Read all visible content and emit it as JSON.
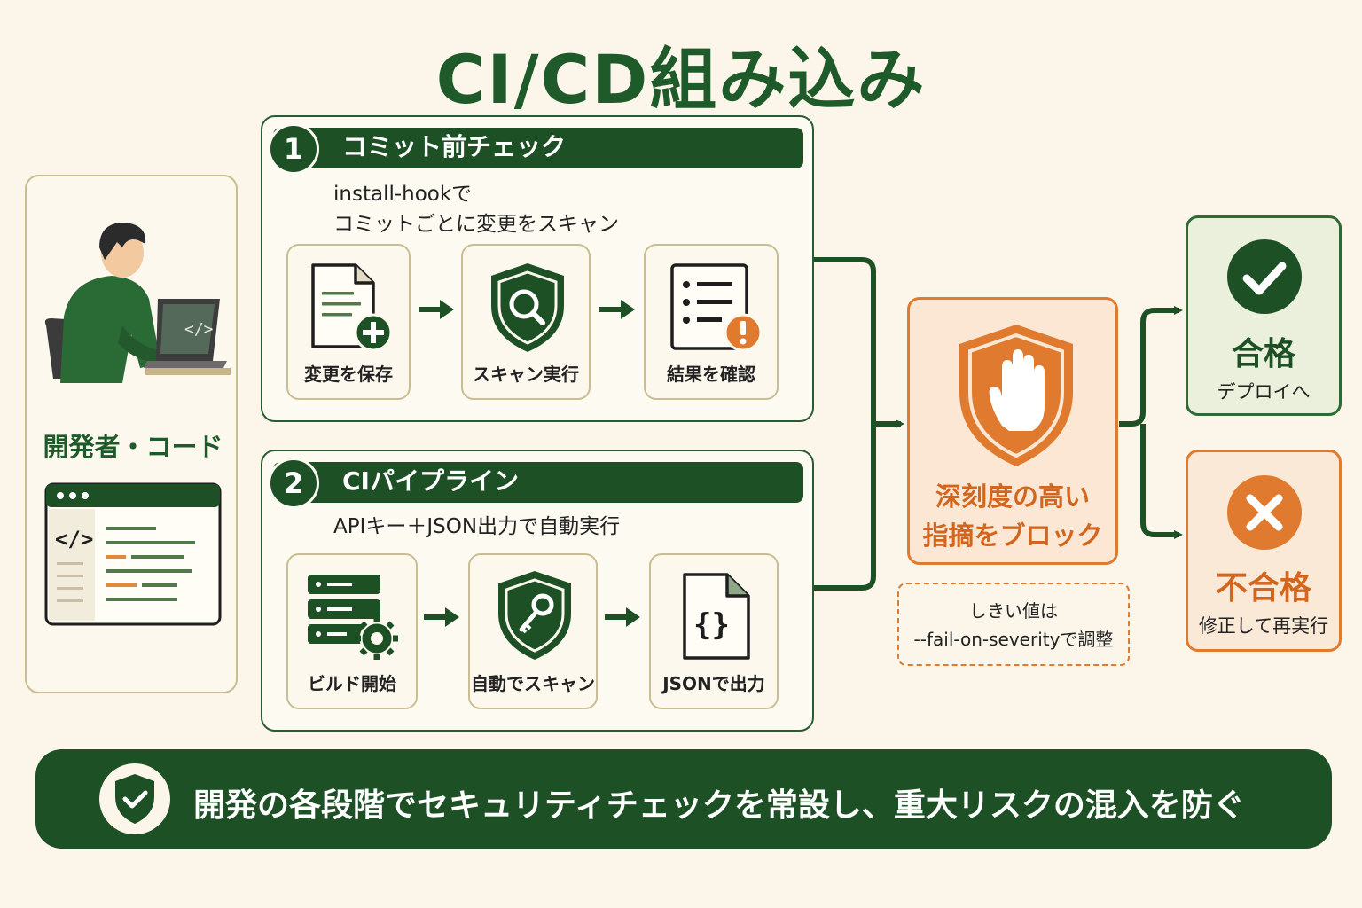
{
  "title": "CI/CD組み込み",
  "developer": {
    "label": "開発者・コード"
  },
  "stage1": {
    "number": "1",
    "title": "コミット前チェック",
    "desc_line1": "install-hookで",
    "desc_line2": "コミットごとに変更をスキャン",
    "steps": [
      {
        "label": "変更を保存",
        "icon": "document-plus-icon"
      },
      {
        "label": "スキャン実行",
        "icon": "shield-search-icon"
      },
      {
        "label": "結果を確認",
        "icon": "checklist-alert-icon"
      }
    ]
  },
  "stage2": {
    "number": "2",
    "title": "CIパイプライン",
    "desc": "APIキー＋JSON出力で自動実行",
    "steps": [
      {
        "label": "ビルド開始",
        "icon": "server-gear-icon"
      },
      {
        "label": "自動でスキャン",
        "icon": "shield-key-icon"
      },
      {
        "label": "JSONで出力",
        "icon": "json-file-icon"
      }
    ]
  },
  "block": {
    "line1": "深刻度の高い",
    "line2": "指摘をブロック",
    "note_line1": "しきい値は",
    "note_line2": "--fail-on-severityで調整"
  },
  "pass": {
    "title": "合格",
    "sub": "デプロイへ"
  },
  "fail": {
    "title": "不合格",
    "sub": "修正して再実行"
  },
  "footer": {
    "text": "開発の各段階でセキュリティチェックを常設し、重大リスクの混入を防ぐ"
  },
  "colors": {
    "green": "#1e5026",
    "orange": "#e07a2f",
    "cream": "#fbf6e9"
  }
}
